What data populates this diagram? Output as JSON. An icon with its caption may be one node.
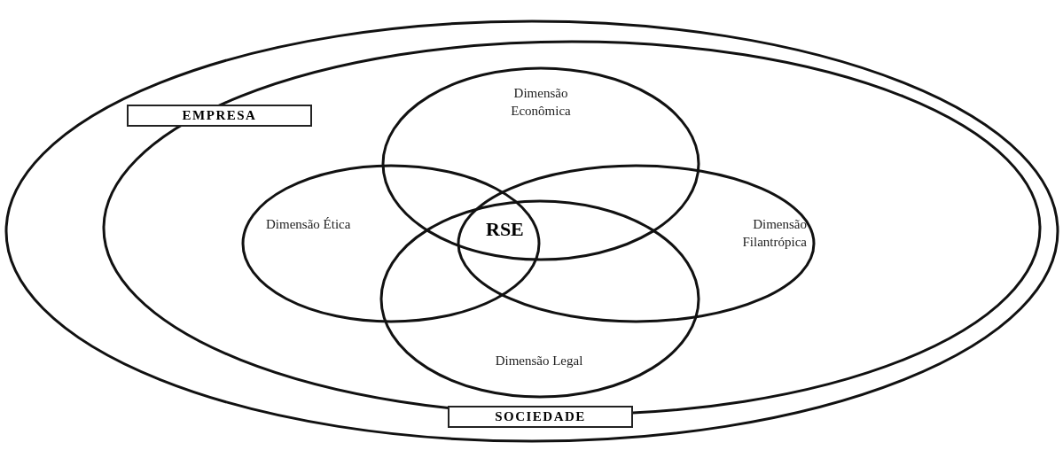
{
  "diagram": {
    "nodes": [
      {
        "text": [
          "SOCIEDADE"
        ]
      },
      {
        "text": [
          "EMPRESA"
        ],
        "in": 0
      },
      {
        "text": [
          "Dimensão Econômica"
        ],
        "in": 1
      },
      {
        "text": [
          "Dimensão Ética"
        ],
        "in": 1
      },
      {
        "text": [
          "Dimensão Filantrópica"
        ],
        "in": 1
      },
      {
        "text": [
          "Dimensão Legal"
        ],
        "in": 1
      }
    ],
    "edges": [],
    "labels": [
      "RSE"
    ]
  }
}
